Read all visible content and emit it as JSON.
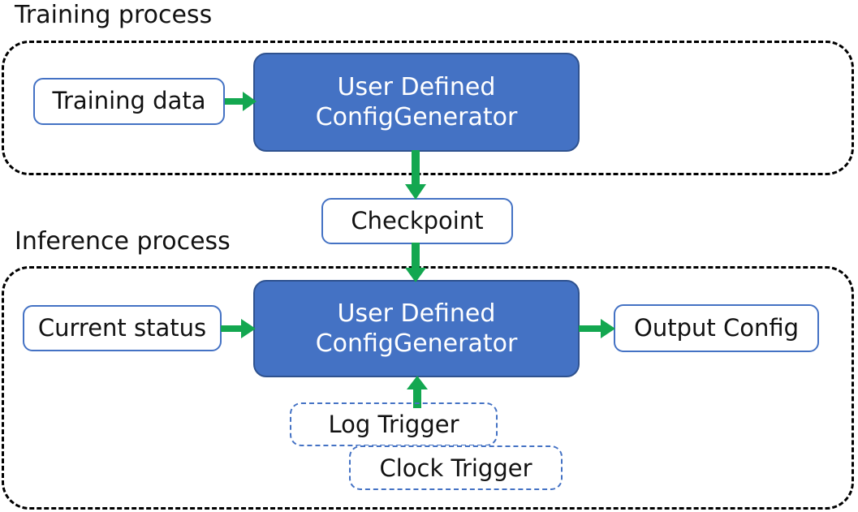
{
  "diagram": {
    "title_training": "Training process",
    "title_inference": "Inference process",
    "colors": {
      "process_fill": "#4472C4",
      "process_stroke": "#2F528F",
      "box_stroke": "#4472C4",
      "arrow_green": "#13A750",
      "container_dash": "#000000",
      "text_dark": "#111111",
      "text_light": "#FFFFFF",
      "background": "#FFFFFF"
    }
  },
  "training": {
    "container_label": "Training process",
    "input_box": "Training data",
    "process_box_line1": "User Defined",
    "process_box_line2": "ConfigGenerator"
  },
  "bridge": {
    "checkpoint_box": "Checkpoint"
  },
  "inference": {
    "container_label": "Inference process",
    "input_box": "Current status",
    "process_box_line1": "User Defined",
    "process_box_line2": "ConfigGenerator",
    "output_box": "Output Config",
    "triggers": [
      {
        "label": "Log Trigger"
      },
      {
        "label": "Clock Trigger"
      }
    ]
  },
  "arrows": [
    {
      "name": "training-data-to-generator",
      "direction": "right"
    },
    {
      "name": "generator-to-checkpoint",
      "direction": "down"
    },
    {
      "name": "checkpoint-to-generator",
      "direction": "down"
    },
    {
      "name": "current-status-to-generator",
      "direction": "right"
    },
    {
      "name": "generator-to-output-config",
      "direction": "right"
    },
    {
      "name": "triggers-to-generator",
      "direction": "up"
    }
  ]
}
